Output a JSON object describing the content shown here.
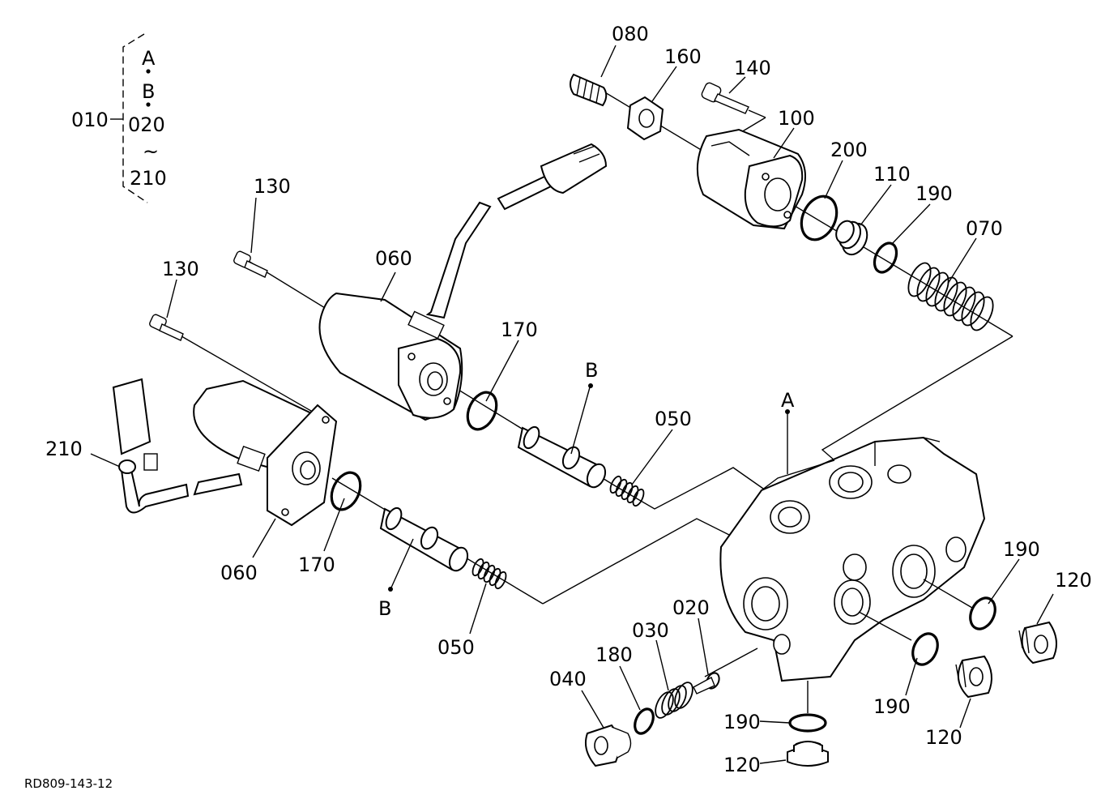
{
  "diagram": {
    "reference": "RD809-143-12",
    "bracket": {
      "assembly": "010",
      "items": [
        "A",
        "B",
        "020",
        "~",
        "210"
      ]
    },
    "callouts": {
      "c080": "080",
      "c160": "160",
      "c140": "140",
      "c100": "100",
      "c200": "200",
      "c110": "110",
      "c190a": "190",
      "c070": "070",
      "c130a": "130",
      "c130b": "130",
      "c060a": "060",
      "c060b": "060",
      "c170a": "170",
      "c170b": "170",
      "cBa": "B",
      "cBb": "B",
      "cA": "A",
      "c050a": "050",
      "c050b": "050",
      "c210": "210",
      "c190b": "190",
      "c190c": "190",
      "c190d": "190",
      "c120a": "120",
      "c120b": "120",
      "c120c": "120",
      "c020": "020",
      "c030": "030",
      "c180": "180",
      "c040": "040"
    }
  }
}
